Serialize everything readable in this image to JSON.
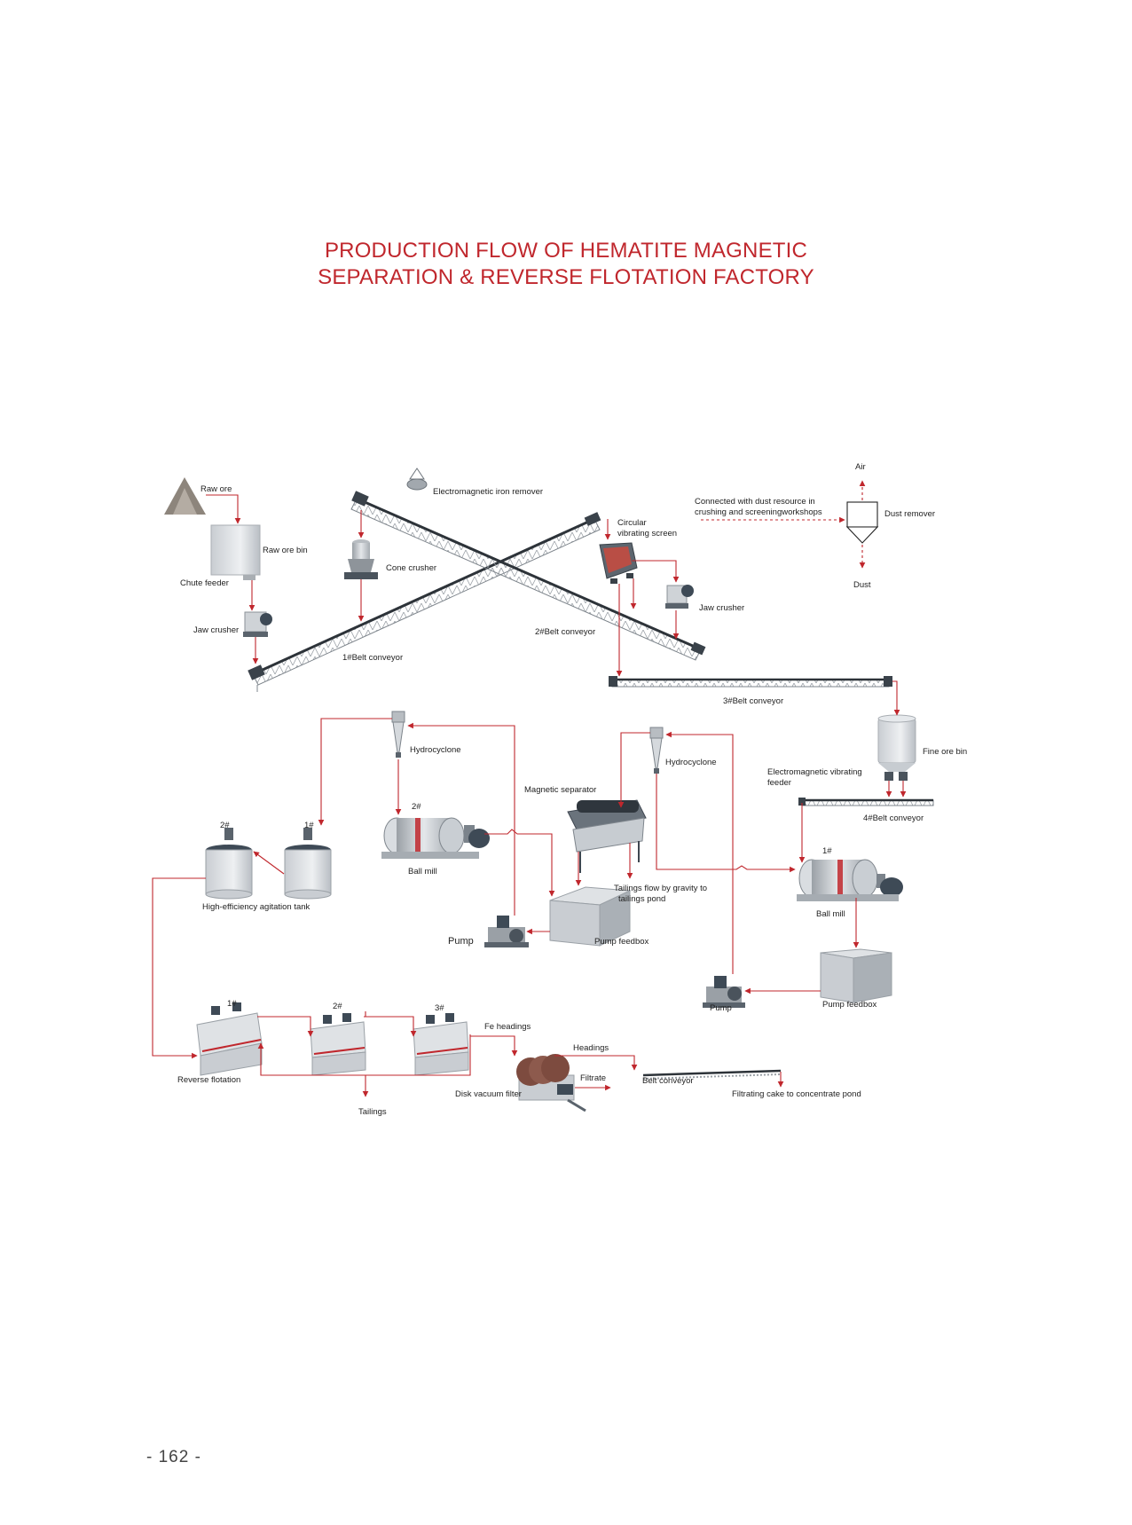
{
  "title": {
    "line1": "PRODUCTION FLOW OF  HEMATITE MAGNETIC",
    "line2": "SEPARATION & REVERSE FLOTATION FACTORY"
  },
  "labels": {
    "raw_ore": "Raw ore",
    "raw_ore_bin": "Raw ore bin",
    "chute_feeder": "Chute feeder",
    "jaw_crusher_1": "Jaw crusher",
    "em_iron_remover": "Electromagnetic iron remover",
    "cone_crusher": "Cone crusher",
    "belt1": "1#Belt conveyor",
    "circular_screen_1": "Circular",
    "circular_screen_2": "vibrating screen",
    "belt2": "2#Belt conveyor",
    "jaw_crusher_2": "Jaw crusher",
    "air": "Air",
    "dust_source_1": "Connected with dust resource in",
    "dust_source_2": "crushing and screeningworkshops",
    "dust_remover": "Dust remover",
    "dust": "Dust",
    "belt3": "3#Belt conveyor",
    "fine_ore_bin": "Fine ore bin",
    "em_vib_feeder_1": "Electromagnetic vibrating",
    "em_vib_feeder_2": "feeder",
    "belt4": "4#Belt conveyor",
    "hydrocyclone_1": "Hydrocyclone",
    "hydrocyclone_2": "Hydrocyclone",
    "magnetic_separator": "Magnetic separator",
    "ball_mill_2_num": "2#",
    "ball_mill_2": "Ball mill",
    "ball_mill_1_num": "1#",
    "ball_mill_1": "Ball mill",
    "agit_2": "2#",
    "agit_1": "1#",
    "agit_tank": "High-efficiency agitation tank",
    "tailings_gravity_1": "Tailings flow by gravity to",
    "tailings_gravity_2": "tailings pond",
    "pump_1": "Pump",
    "pump_feedbox_1": "Pump feedbox",
    "pump_2": "Pump",
    "pump_feedbox_2": "Pump feedbox",
    "flot_1": "1#",
    "flot_2": "2#",
    "flot_3": "3#",
    "fe_headings": "Fe headings",
    "headings": "Headings",
    "filtrate": "Filtrate",
    "belt_conveyor": "Belt conveyor",
    "reverse_flotation": "Reverse flotation",
    "disk_vacuum_filter": "Disk vacuum filter",
    "filtrating_cake": "Filtrating cake to concentrate pond",
    "tailings": "Tailings"
  },
  "page_number": "- 162 -",
  "colors": {
    "accent": "#c0272d",
    "equipment": "#b8bdc2",
    "motor": "#3e4a56"
  }
}
